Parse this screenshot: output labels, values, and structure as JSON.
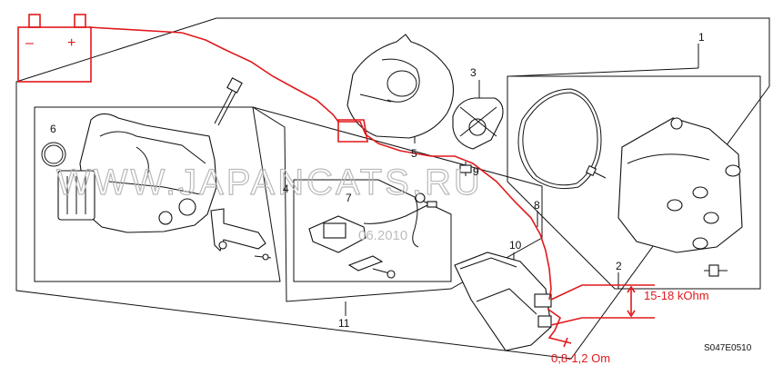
{
  "diagram": {
    "callouts": [
      {
        "id": "1",
        "label": "1"
      },
      {
        "id": "2",
        "label": "2"
      },
      {
        "id": "3",
        "label": "3"
      },
      {
        "id": "4",
        "label": "4"
      },
      {
        "id": "5",
        "label": "5"
      },
      {
        "id": "6",
        "label": "6"
      },
      {
        "id": "7",
        "label": "7"
      },
      {
        "id": "8",
        "label": "8"
      },
      {
        "id": "9",
        "label": "9"
      },
      {
        "id": "10",
        "label": "10"
      },
      {
        "id": "11",
        "label": "11"
      }
    ],
    "battery": {
      "minus": "–",
      "plus": "+"
    },
    "annotations": {
      "coil_resistance": "15-18 kOhm",
      "primary_resistance": "0,8-1,2 Om"
    },
    "watermark": "WWW.JAPANCATS.RU",
    "date_stamp": "06.2010",
    "figure_code": "S047E0510",
    "colors": {
      "annotation": "#e0191c",
      "line": "#111111",
      "watermark": "#b9b9b9"
    }
  }
}
